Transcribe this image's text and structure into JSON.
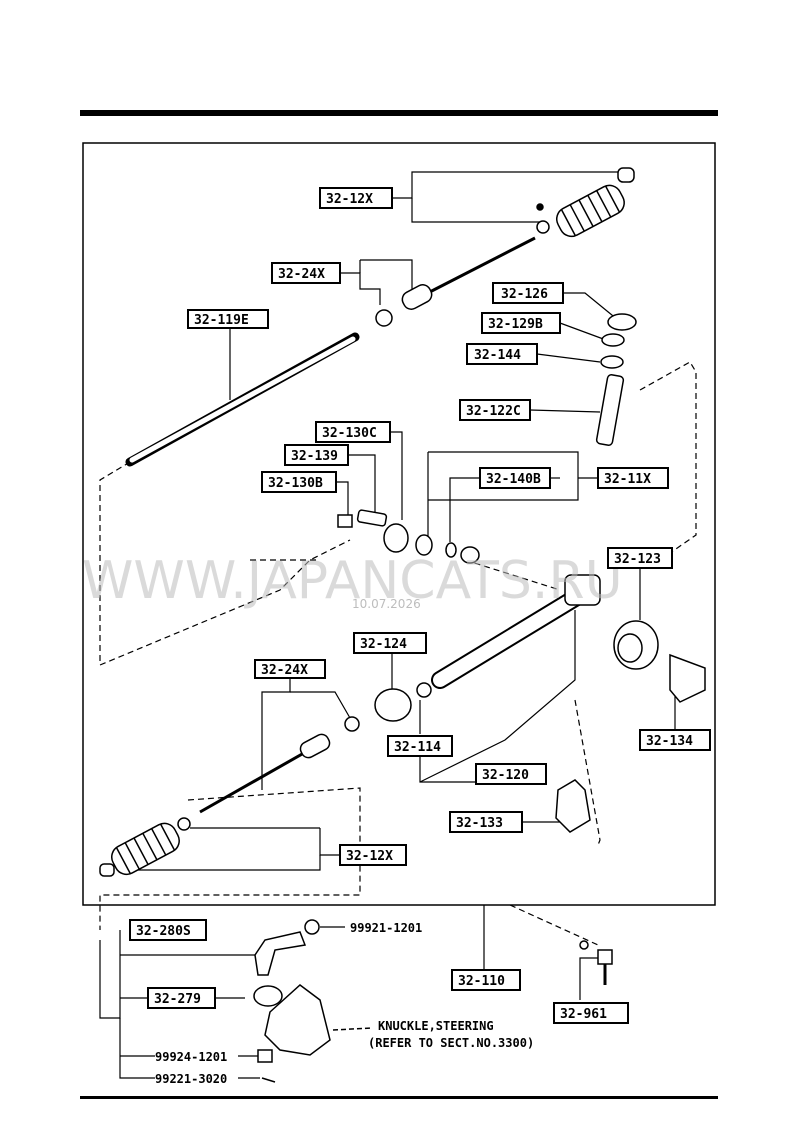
{
  "diagram": {
    "labels": {
      "l_12x_top": "32-12X",
      "l_24x_top": "32-24X",
      "l_119e": "32-119E",
      "l_126": "32-126",
      "l_129b": "32-129B",
      "l_144": "32-144",
      "l_122c": "32-122C",
      "l_130c": "32-130C",
      "l_139": "32-139",
      "l_130b": "32-130B",
      "l_140b": "32-140B",
      "l_11x": "32-11X",
      "l_123": "32-123",
      "l_124": "32-124",
      "l_24x_bot": "32-24X",
      "l_114": "32-114",
      "l_120": "32-120",
      "l_134": "32-134",
      "l_133": "32-133",
      "l_12x_bot": "32-12X",
      "l_280s": "32-280S",
      "l_110": "32-110",
      "l_279": "32-279",
      "l_961": "32-961"
    },
    "texts": {
      "t_99921": "99921-1201",
      "t_knuckle": "KNUCKLE,STEERING",
      "t_refer": "(REFER TO SECT.NO.3300)",
      "t_99924": "99924-1201",
      "t_99221": "99221-3020"
    },
    "watermark": {
      "site": "WWW.JAPANCATS.RU",
      "date": "10.07.2026"
    }
  }
}
